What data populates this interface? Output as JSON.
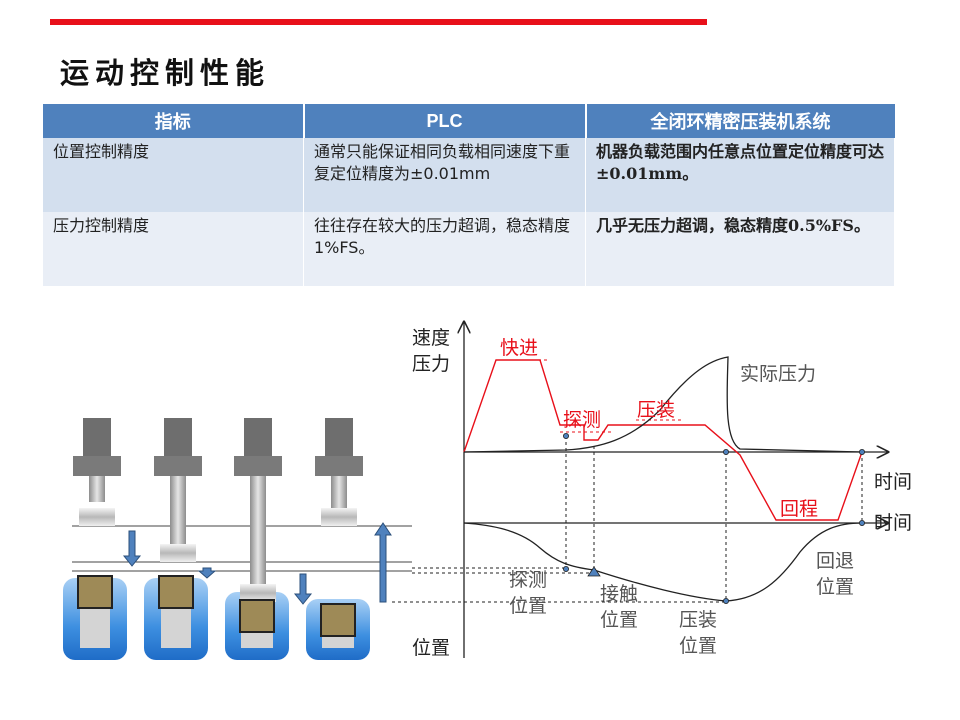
{
  "title": "运动控制性能",
  "table": {
    "headers": [
      "指标",
      "PLC",
      "全闭环精密压装机系统"
    ],
    "rows": [
      {
        "metric": "位置控制精度",
        "plc": "通常只能保证相同负载相同速度下重复定位精度为±0.01mm",
        "system": "机器负载范围内任意点位置定位精度可达±0.01mm。"
      },
      {
        "metric": "压力控制精度",
        "plc": "往往存在较大的压力超调，稳态精度1%FS。",
        "system": "几乎无压力超调，稳态精度0.5%FS。"
      }
    ]
  },
  "diagram": {
    "axis_speed_pressure": [
      "速度",
      "压力"
    ],
    "axis_time_top": "时间",
    "axis_time_bottom": "时间",
    "axis_position": "位置",
    "label_fast": "快进",
    "label_probe": "探测",
    "label_press": "压装",
    "label_return": "回程",
    "label_actual_pressure": "实际压力",
    "label_probe_pos": [
      "探测",
      "位置"
    ],
    "label_contact_pos": [
      "接触",
      "位置"
    ],
    "label_press_pos": [
      "压装",
      "位置"
    ],
    "label_return_pos": [
      "回退",
      "位置"
    ]
  },
  "colors": {
    "accent_red": "#e8101a",
    "header_blue": "#4f81bd",
    "row_blue": "#d3dfee",
    "row_light": "#e9eef6"
  }
}
